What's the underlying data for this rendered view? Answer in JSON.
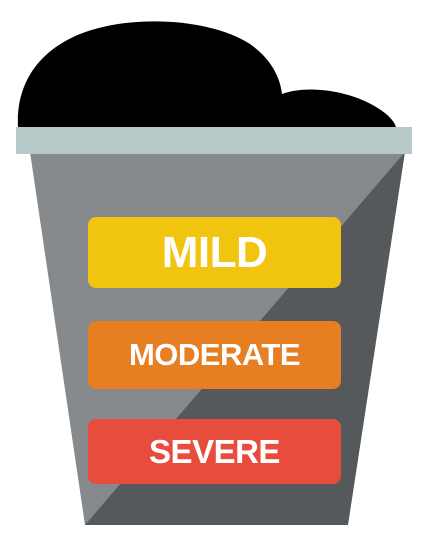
{
  "levels": [
    {
      "label": "MILD",
      "color": "#f1c40f"
    },
    {
      "label": "MODERATE",
      "color": "#e67e22"
    },
    {
      "label": "SEVERE",
      "color": "#e74c3c"
    }
  ],
  "colors": {
    "bucket_light": "#868a8d",
    "bucket_dark": "#56595c",
    "rim": "#b7c8c8",
    "contents": "#000000"
  }
}
